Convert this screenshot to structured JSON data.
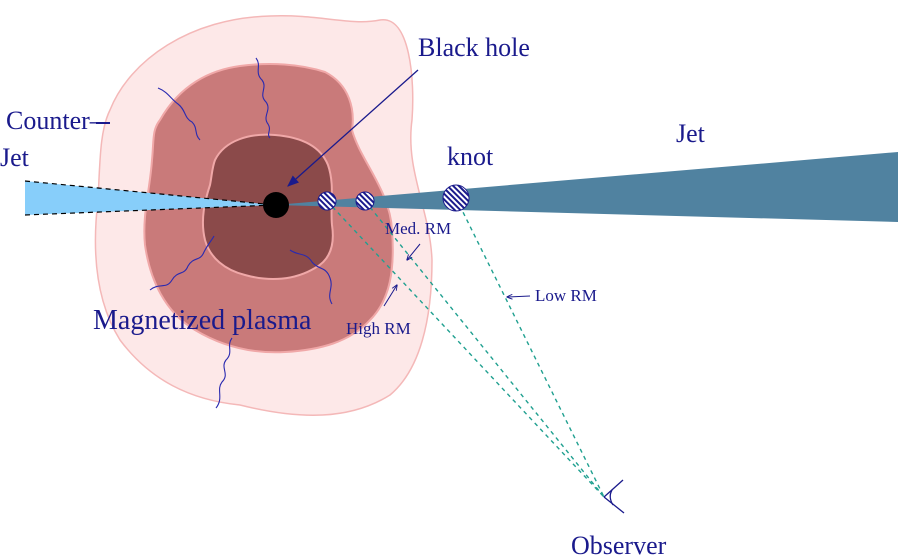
{
  "labels": {
    "black_hole": "Black hole",
    "counter_jet_1": "Counter–",
    "counter_jet_2": "Jet",
    "jet": "Jet",
    "knot": "knot",
    "magnetized_plasma": "Magnetized plasma",
    "med_rm": "Med. RM",
    "low_rm": "Low RM",
    "high_rm": "High RM",
    "observer": "Observer"
  },
  "colors": {
    "outer_plasma_fill": "#fde8e8",
    "outer_plasma_stroke": "#f4b8b8",
    "middle_plasma_fill": "#c97a7a",
    "middle_plasma_stroke": "#f0a8a8",
    "inner_plasma_fill": "#8b4a4a",
    "inner_plasma_stroke": "#f0a8a8",
    "jet_fill": "#5082a0",
    "counter_jet_fill": "#87cefa",
    "black_hole": "#000000",
    "sightline": "#20a090",
    "label_text": "#1a1a8c",
    "field_lines": "#2a2ab0"
  }
}
